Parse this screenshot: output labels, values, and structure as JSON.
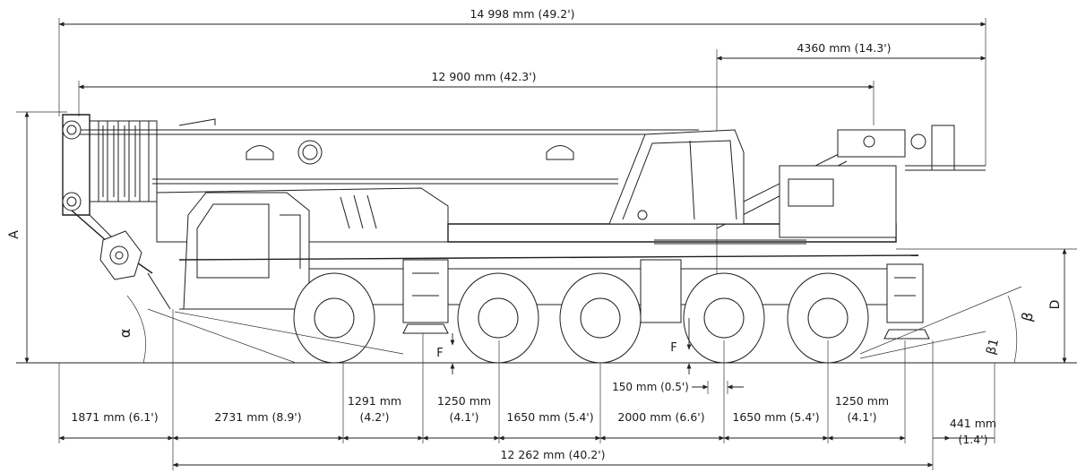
{
  "dimensions": {
    "overall_length": "14 998 mm (49.2')",
    "cab_to_front": "4360 mm (14.3')",
    "boom_length": "12 900 mm (42.3')",
    "front_overhang": "1871 mm (6.1')",
    "wheelbase_1": "2731 mm (8.9')",
    "dim_1291": "1291 mm",
    "dim_1291_ft": "(4.2')",
    "dim_1250_left": "1250 mm",
    "dim_1250_left_ft": "(4.1')",
    "axle_1650_a": "1650 mm (5.4')",
    "axle_2000": "2000 mm (6.6')",
    "axle_1650_b": "1650 mm (5.4')",
    "dim_1250_right": "1250 mm",
    "dim_1250_right_ft": "(4.1')",
    "rear_441": "441 mm",
    "rear_441_ft": "(1.4')",
    "offset_150": "150 mm (0.5')",
    "outrigger_span": "12 262 mm (40.2')"
  },
  "labels": {
    "A": "A",
    "D": "D",
    "F_left": "F",
    "F_right": "F",
    "alpha": "α",
    "beta": "β",
    "beta1": "β1"
  }
}
